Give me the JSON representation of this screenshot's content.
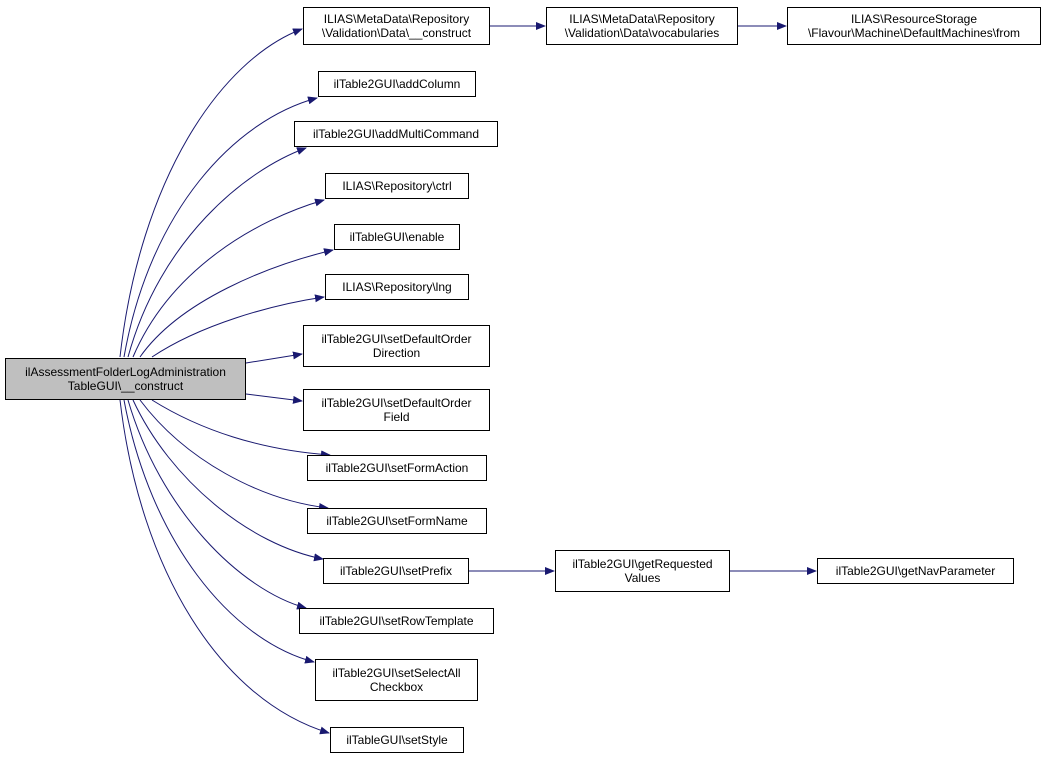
{
  "colors": {
    "edge": "#191970",
    "root_fill": "#bfbfbf",
    "node_fill": "#ffffff",
    "border": "#000000"
  },
  "nodes": {
    "root": [
      "ilAssessmentFolderLogAdministration",
      "TableGUI\\__construct"
    ],
    "metadata_construct": [
      "ILIAS\\MetaData\\Repository",
      "\\Validation\\Data\\__construct"
    ],
    "metadata_vocabularies": [
      "ILIAS\\MetaData\\Repository",
      "\\Validation\\Data\\vocabularies"
    ],
    "resource_from": [
      "ILIAS\\ResourceStorage",
      "\\Flavour\\Machine\\DefaultMachines\\from"
    ],
    "add_column": [
      "ilTable2GUI\\addColumn"
    ],
    "add_multi_command": [
      "ilTable2GUI\\addMultiCommand"
    ],
    "repository_ctrl": [
      "ILIAS\\Repository\\ctrl"
    ],
    "table_enable": [
      "ilTableGUI\\enable"
    ],
    "repository_lng": [
      "ILIAS\\Repository\\lng"
    ],
    "set_default_order_direction": [
      "ilTable2GUI\\setDefaultOrder",
      "Direction"
    ],
    "set_default_order_field": [
      "ilTable2GUI\\setDefaultOrder",
      "Field"
    ],
    "set_form_action": [
      "ilTable2GUI\\setFormAction"
    ],
    "set_form_name": [
      "ilTable2GUI\\setFormName"
    ],
    "set_prefix": [
      "ilTable2GUI\\setPrefix"
    ],
    "get_requested_values": [
      "ilTable2GUI\\getRequested",
      "Values"
    ],
    "get_nav_parameter": [
      "ilTable2GUI\\getNavParameter"
    ],
    "set_row_template": [
      "ilTable2GUI\\setRowTemplate"
    ],
    "set_select_all_checkbox": [
      "ilTable2GUI\\setSelectAll",
      "Checkbox"
    ],
    "set_style": [
      "ilTableGUI\\setStyle"
    ]
  },
  "edges": [
    [
      "root",
      "metadata_construct"
    ],
    [
      "metadata_construct",
      "metadata_vocabularies"
    ],
    [
      "metadata_vocabularies",
      "resource_from"
    ],
    [
      "root",
      "add_column"
    ],
    [
      "root",
      "add_multi_command"
    ],
    [
      "root",
      "repository_ctrl"
    ],
    [
      "root",
      "table_enable"
    ],
    [
      "root",
      "repository_lng"
    ],
    [
      "root",
      "set_default_order_direction"
    ],
    [
      "root",
      "set_default_order_field"
    ],
    [
      "root",
      "set_form_action"
    ],
    [
      "root",
      "set_form_name"
    ],
    [
      "root",
      "set_prefix"
    ],
    [
      "set_prefix",
      "get_requested_values"
    ],
    [
      "get_requested_values",
      "get_nav_parameter"
    ],
    [
      "root",
      "set_row_template"
    ],
    [
      "root",
      "set_select_all_checkbox"
    ],
    [
      "root",
      "set_style"
    ]
  ]
}
